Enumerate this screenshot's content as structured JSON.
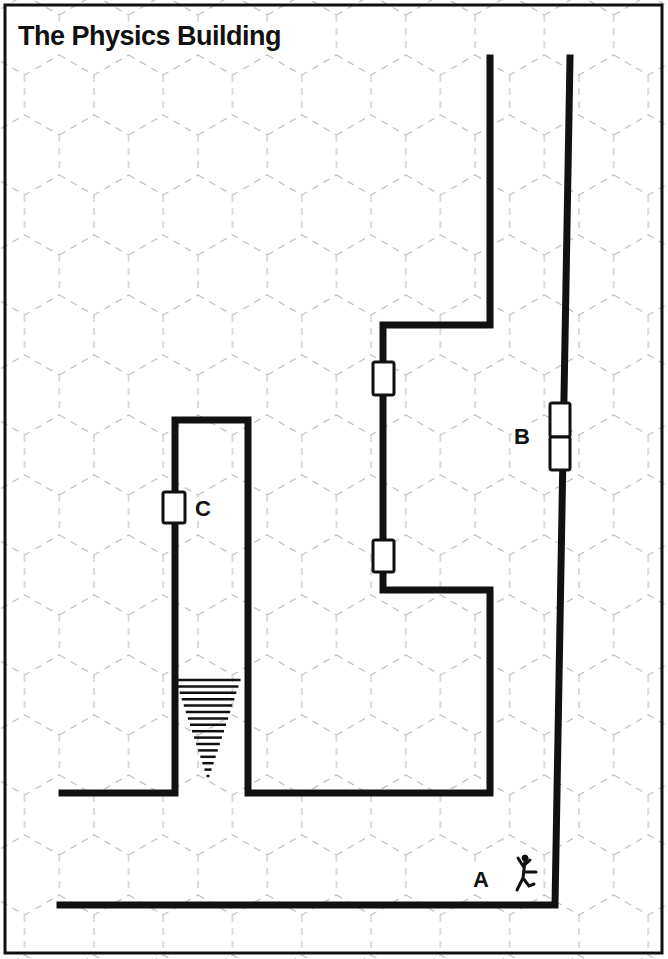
{
  "diagram": {
    "title": "The Physics Building",
    "labels": [
      "A",
      "B",
      "C"
    ]
  }
}
